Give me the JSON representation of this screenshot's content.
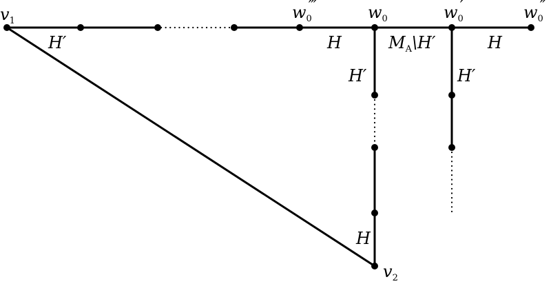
{
  "diagram": {
    "vertices": {
      "v1": {
        "base": "v",
        "sub": "1",
        "prime": ""
      },
      "v2": {
        "base": "v",
        "sub": "2",
        "prime": ""
      },
      "w0": {
        "base": "w",
        "sub": "0",
        "prime": ""
      },
      "w0p": {
        "base": "w",
        "sub": "0",
        "prime": "′"
      },
      "w0pp": {
        "base": "w",
        "sub": "0",
        "prime": "″"
      },
      "w0ppp": {
        "base": "w",
        "sub": "0",
        "prime": "‴"
      }
    },
    "edge_labels": {
      "top_left": "H′",
      "top_middle": "H",
      "top_between": "M",
      "top_between_sub": "A",
      "top_between_rest": "\\H′",
      "top_right": "H",
      "w0_down": "H′",
      "w0p_down": "H′",
      "bottom": "H"
    }
  }
}
